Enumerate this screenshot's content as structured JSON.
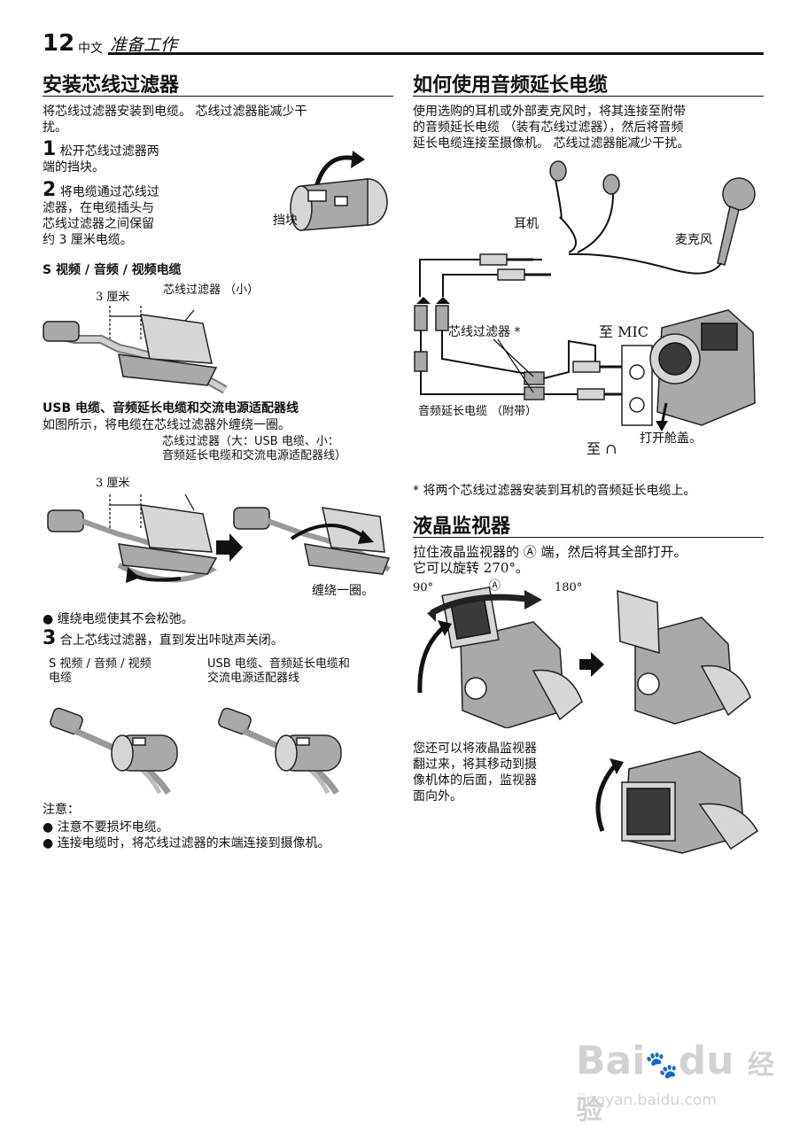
{
  "header": {
    "page_number": "12",
    "language": "中文",
    "chapter": "准备工作"
  },
  "left": {
    "title": "安装芯线过滤器",
    "intro": [
      "将芯线过滤器安装到电缆。 芯线过滤器能减少干",
      "扰。"
    ],
    "step1": {
      "num": "1",
      "lines": [
        "松开芯线过滤器两",
        "端的挡块。"
      ]
    },
    "stopper_label": "挡块",
    "step2": {
      "num": "2",
      "lines": [
        "将电缆通过芯线过",
        "滤器，在电缆插头与",
        "芯线过滤器之间保留",
        "约 3 厘米电缆。"
      ]
    },
    "s_video_heading": "S 视频 / 音频 / 视频电缆",
    "dim_3cm": "3 厘米",
    "core_small": "芯线过滤器 （小）",
    "usb_heading": "USB 电缆、音频延长电缆和交流电源适配器线",
    "usb_text": "如图所示，将电缆在芯线过滤器外缠绕一圈。",
    "core_large": [
      "芯线过滤器（大：USB 电缆、小：",
      "音频延长电缆和交流电源适配器线）"
    ],
    "dim_3cm_2": "3 厘米",
    "wrap_once": "缠绕一圈。",
    "bullet_wrap": "● 缠绕电缆使其不会松弛。",
    "step3": {
      "num": "3",
      "text": "合上芯线过滤器，直到发出咔哒声关闭。"
    },
    "col_svideo": [
      "S 视频 / 音频 / 视频",
      "电缆"
    ],
    "col_usb": [
      "USB 电缆、音频延长电缆和",
      "交流电源适配器线"
    ],
    "notes_title": "注意：",
    "notes": [
      "● 注意不要损坏电缆。",
      "● 连接电缆时，将芯线过滤器的末端连接到摄像机。"
    ]
  },
  "right": {
    "title": "如何使用音频延长电缆",
    "intro": [
      "使用选购的耳机或外部麦克风时，将其连接至附带",
      "的音频延长电缆 （装有芯线过滤器），然后将音频",
      "延长电缆连接至摄像机。 芯线过滤器能减少干扰。"
    ],
    "earphone": "耳机",
    "microphone": "麦克风",
    "core_filter": "芯线过滤器 *",
    "to_mic": "至 MIC",
    "audio_ext": "音频延长电缆 （附带）",
    "open_cover": "打开舱盖。",
    "to_headphone": "至",
    "headphone_symbol": "∩",
    "footnote": "* 将两个芯线过滤器安装到耳机的音频延长电缆上。",
    "lcd_title": "液晶监视器",
    "lcd_text": [
      "拉住液晶监视器的 Ⓐ 端，然后将其全部打开。",
      "它可以旋转 270°。"
    ],
    "deg90": "90°",
    "label_a": "Ⓐ",
    "deg180": "180°",
    "flip_text": [
      "您还可以将液晶监视器",
      "翻过来，将其移动到摄",
      "像机体的后面，监视器",
      "面向外。"
    ]
  },
  "watermark": {
    "brand_a": "Bai",
    "brand_b": "du",
    "brand_cn": "经验",
    "url": "jingyan.baidu.com"
  }
}
